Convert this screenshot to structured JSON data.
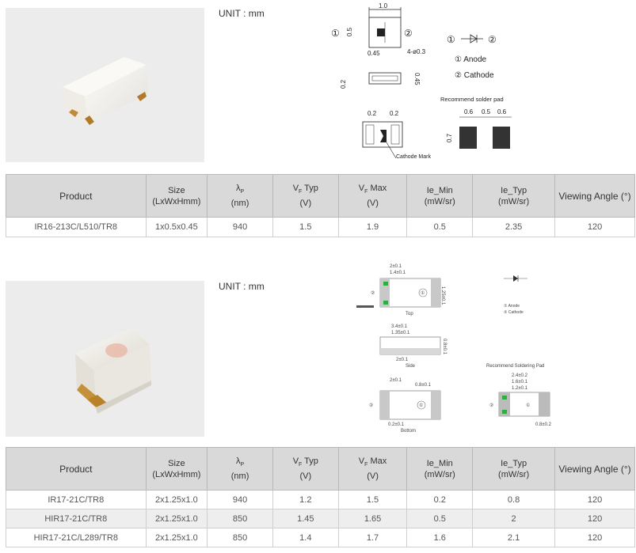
{
  "unit_label": "UNIT : mm",
  "drawing1": {
    "dim_1_0": "1.0",
    "dim_0_5": "0.5",
    "dim_0_45": "0.45",
    "dim_phi": "4-ø0.3",
    "dim_0_2_side": "0.2",
    "dim_0_45_side": "0.45",
    "pin1": "①",
    "pin2": "②",
    "anode": "① Anode",
    "cathode": "② Cathode",
    "pad_title": "Recommend solder pad",
    "pad_0_6a": "0.6",
    "pad_0_5": "0.5",
    "pad_0_6b": "0.6",
    "pad_0_7": "0.7",
    "bot_0_2a": "0.2",
    "bot_0_2b": "0.2",
    "cathode_mark": "Cathode Mark"
  },
  "drawing2": {
    "dim_top1": "2±0.1",
    "dim_top2": "1.4±0.1",
    "dim_top_side": "1.25±0.1",
    "top_label": "Top",
    "dim_side1": "3.4±0.1",
    "dim_side2": "1.35±0.1",
    "dim_side_h": "0.8±0.1",
    "dim_side3": "2±0.1",
    "side_label": "Side",
    "dim_bot1": "2±0.1",
    "dim_bot2": "0.8±0.1",
    "dim_bot3": "0.2±0.1",
    "bottom_label": "Bottom",
    "pad_title": "Recommend Soldering Pad",
    "pad_d1": "2.4±0.2",
    "pad_d2": "1.6±0.1",
    "pad_d3": "1.2±0.1",
    "pad_d4": "0.8±0.2",
    "pin1": "①",
    "pin2": "②",
    "anode": "① Anode",
    "cathode": "② Cathode"
  },
  "headers": {
    "product": "Product",
    "size": "Size",
    "size_unit": "(LxWxHmm)",
    "lambda": "λ",
    "lambda_sub": "P",
    "lambda_unit": "(nm)",
    "vf_typ": "V",
    "vf_typ_sub": "F",
    "vf_typ_suffix": " Typ",
    "vf_unit": "(V)",
    "vf_max": "V",
    "vf_max_sub": "F",
    "vf_max_suffix": "  Max",
    "ie_min": "Ie_Min",
    "ie_unit": "(mW/sr)",
    "ie_typ": "Ie_Typ",
    "viewing": "Viewing Angle (°)"
  },
  "table1": [
    {
      "product": "IR16-213C/L510/TR8",
      "size": "1x0.5x0.45",
      "lambda": "940",
      "vf_typ": "1.5",
      "vf_max": "1.9",
      "ie_min": "0.5",
      "ie_typ": "2.35",
      "angle": "120"
    }
  ],
  "table2": [
    {
      "product": "IR17-21C/TR8",
      "size": "2x1.25x1.0",
      "lambda": "940",
      "vf_typ": "1.2",
      "vf_max": "1.5",
      "ie_min": "0.2",
      "ie_typ": "0.8",
      "angle": "120"
    },
    {
      "product": "HIR17-21C/TR8",
      "size": "2x1.25x1.0",
      "lambda": "850",
      "vf_typ": "1.45",
      "vf_max": "1.65",
      "ie_min": "0.5",
      "ie_typ": "2",
      "angle": "120"
    },
    {
      "product": "HIR17-21C/L289/TR8",
      "size": "2x1.25x1.0",
      "lambda": "850",
      "vf_typ": "1.4",
      "vf_max": "1.7",
      "ie_min": "1.6",
      "ie_typ": "2.1",
      "angle": "120"
    }
  ]
}
